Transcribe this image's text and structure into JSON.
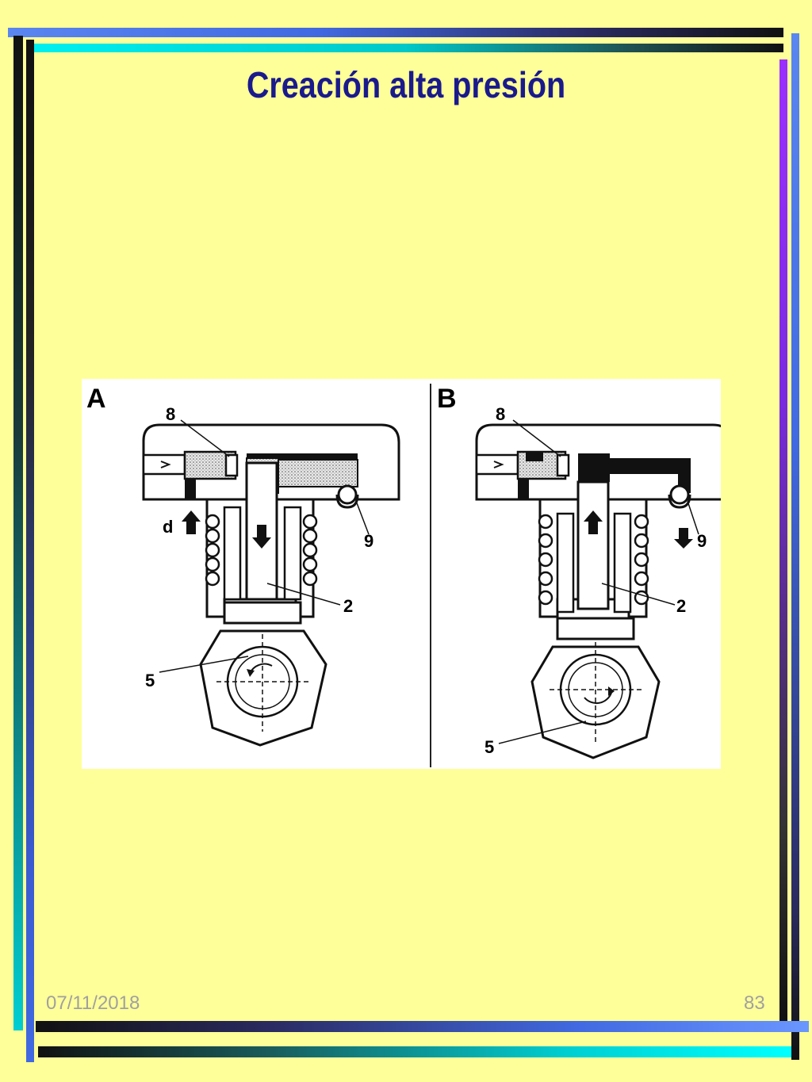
{
  "slide": {
    "title": "Creación alta presión",
    "date": "07/11/2018",
    "page_number": "83"
  },
  "figure": {
    "panel_a": {
      "letter": "A",
      "labels": {
        "valve": "8",
        "check_valve": "9",
        "flow": "d",
        "piston": "2",
        "cam": "5"
      }
    },
    "panel_b": {
      "letter": "B",
      "labels": {
        "valve": "8",
        "check_valve": "9",
        "piston": "2",
        "cam": "5"
      }
    }
  },
  "colors": {
    "background": "#FFFF99",
    "title": "#1a1a8c",
    "frame_dark": "#1c1c2c",
    "frame_cyan": "#00E5E5",
    "frame_blue": "#4169E1",
    "frame_purple": "#8A2BE2"
  }
}
